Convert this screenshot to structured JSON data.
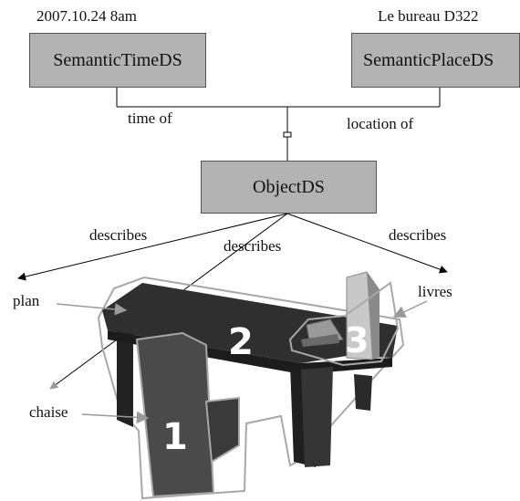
{
  "top": {
    "time_caption": "2007.10.24 8am",
    "place_caption": "Le bureau D322"
  },
  "nodes": {
    "time": "SemanticTimeDS",
    "place": "SemanticPlaceDS",
    "object": "ObjectDS"
  },
  "relations": {
    "time_of": "time of",
    "location_of": "location of",
    "describes_left": "describes",
    "describes_middle": "describes",
    "describes_right": "describes"
  },
  "parts": {
    "plan": "plan",
    "chaise": "chaise",
    "livres": "livres"
  },
  "region_numbers": [
    "1",
    "2",
    "3"
  ],
  "colors": {
    "box_fill": "#b3b3b3",
    "table": "#2f2f2f",
    "outline": "#a8a8a8"
  }
}
